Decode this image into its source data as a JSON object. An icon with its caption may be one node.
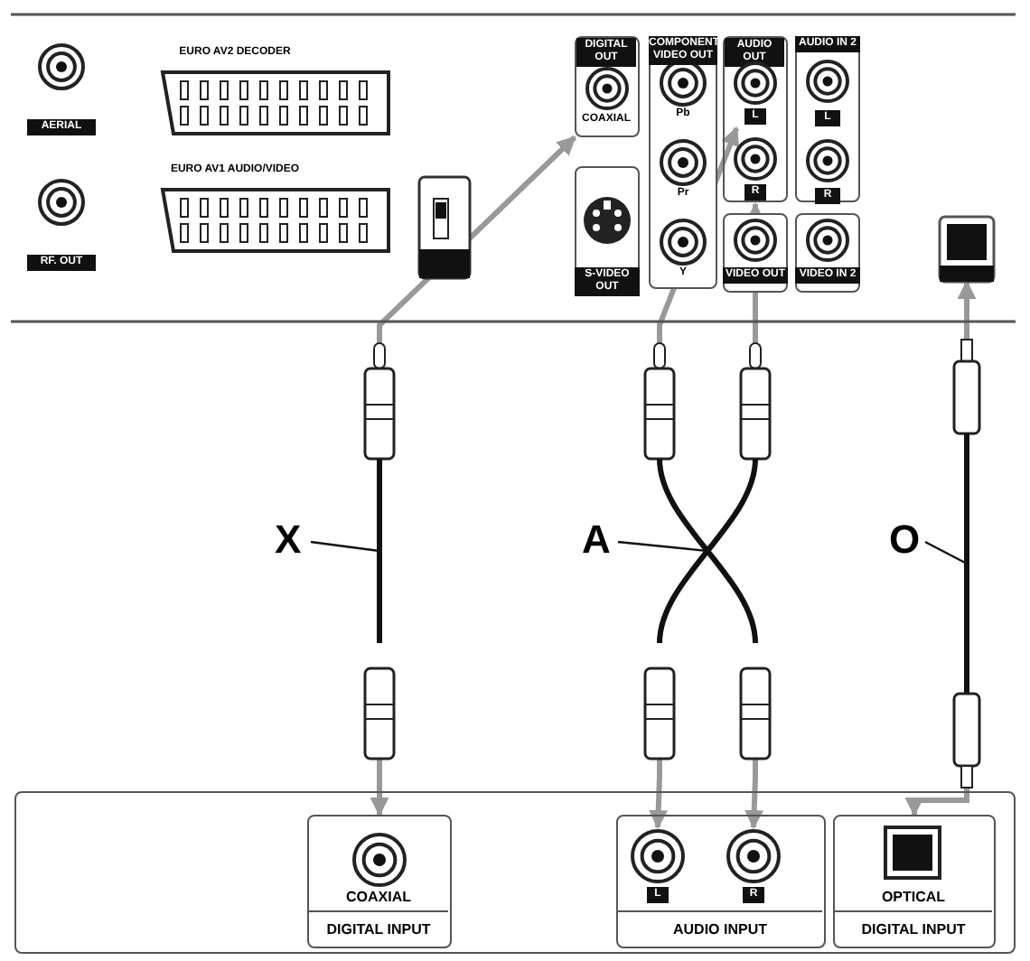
{
  "diagram": {
    "nodes": [
      {
        "text": [
          "DIGITAL OUT",
          "COAXIAL"
        ]
      },
      {
        "text": [
          "AUDIO OUT"
        ]
      },
      {
        "text": [
          "L"
        ],
        "in": 1
      },
      {
        "text": [
          "R"
        ],
        "in": 1
      },
      {
        "text": [],
        "shape": "box"
      },
      {
        "text": [
          "X"
        ]
      },
      {
        "text": [],
        "shape": "cable"
      },
      {
        "text": [
          "A"
        ]
      },
      {
        "text": [],
        "shape": "cable"
      },
      {
        "text": [],
        "shape": "cable"
      },
      {
        "text": [
          "O"
        ]
      },
      {
        "text": [],
        "shape": "cable"
      },
      {
        "text": [],
        "shape": "box"
      },
      {
        "text": [
          "COAXIAL",
          "DIGITAL INPUT"
        ],
        "in": 12
      },
      {
        "text": [
          "AUDIO INPUT"
        ],
        "in": 12
      },
      {
        "text": [
          "L"
        ],
        "in": 14
      },
      {
        "text": [
          "R"
        ],
        "in": 14
      },
      {
        "text": [
          "OPTICAL",
          "DIGITAL INPUT"
        ],
        "in": 12
      }
    ],
    "edges": [
      {
        "from": 6,
        "to": 0,
        "arrow": "to"
      },
      {
        "from": 6,
        "to": 13,
        "arrow": "to"
      },
      {
        "from": 8,
        "to": 2,
        "arrow": "to"
      },
      {
        "from": 8,
        "to": 16,
        "arrow": "to"
      },
      {
        "from": 9,
        "to": 3,
        "arrow": "to"
      },
      {
        "from": 9,
        "to": 15,
        "arrow": "to"
      },
      {
        "from": 11,
        "to": 4,
        "arrow": "to"
      },
      {
        "from": 11,
        "to": 17,
        "arrow": "to"
      },
      {
        "from": 5,
        "to": 6,
        "arrow": "none",
        "color": "#111111"
      },
      {
        "from": 7,
        "to": 8,
        "arrow": "none",
        "color": "#111111"
      },
      {
        "from": 10,
        "to": 11,
        "arrow": "none",
        "color": "#111111"
      }
    ],
    "labels": [
      "AERIAL",
      "RF. OUT",
      "EURO AV2 DECODER",
      "EURO AV1 AUDIO/VIDEO",
      "COMPONENT VIDEO OUT",
      "Pb",
      "Pr",
      "Y",
      "S-VIDEO OUT",
      "VIDEO OUT",
      "AUDIO IN 2",
      "L",
      "R",
      "VIDEO IN 2"
    ]
  }
}
